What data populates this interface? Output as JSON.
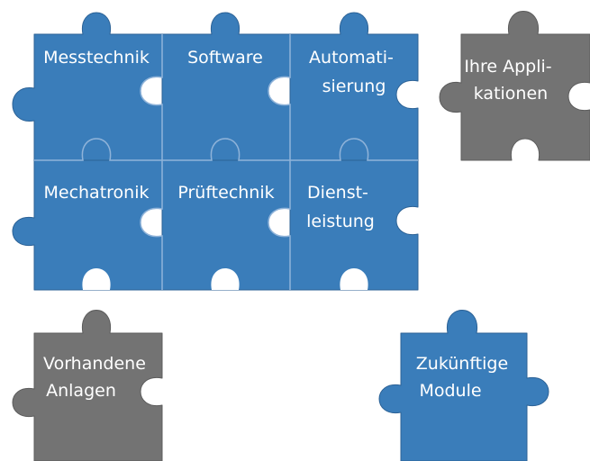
{
  "colors": {
    "blue": "#3a7dba",
    "blue_edge": "#2c6296",
    "gray": "#737373",
    "gray_edge": "#5c5c5c",
    "seam": "#8fb3d9",
    "text": "#ffffff"
  },
  "pieces": [
    {
      "key": "messtechnik",
      "color": "blue",
      "lines": [
        "Messtechnik"
      ]
    },
    {
      "key": "software",
      "color": "blue",
      "lines": [
        "Software"
      ]
    },
    {
      "key": "automatisierung",
      "color": "blue",
      "lines": [
        "Automati-",
        "sierung"
      ]
    },
    {
      "key": "mechatronik",
      "color": "blue",
      "lines": [
        "Mechatronik"
      ]
    },
    {
      "key": "prueftechnik",
      "color": "blue",
      "lines": [
        "Prüftechnik"
      ]
    },
    {
      "key": "dienstleistung",
      "color": "blue",
      "lines": [
        "Dienst-",
        "leistung"
      ]
    },
    {
      "key": "applikationen",
      "color": "gray",
      "lines": [
        "Ihre Appli-",
        "kationen"
      ]
    },
    {
      "key": "anlagen",
      "color": "gray",
      "lines": [
        "Vorhandene",
        "Anlagen"
      ]
    },
    {
      "key": "module",
      "color": "blue",
      "lines": [
        "Zukünftige",
        "Module"
      ]
    }
  ]
}
